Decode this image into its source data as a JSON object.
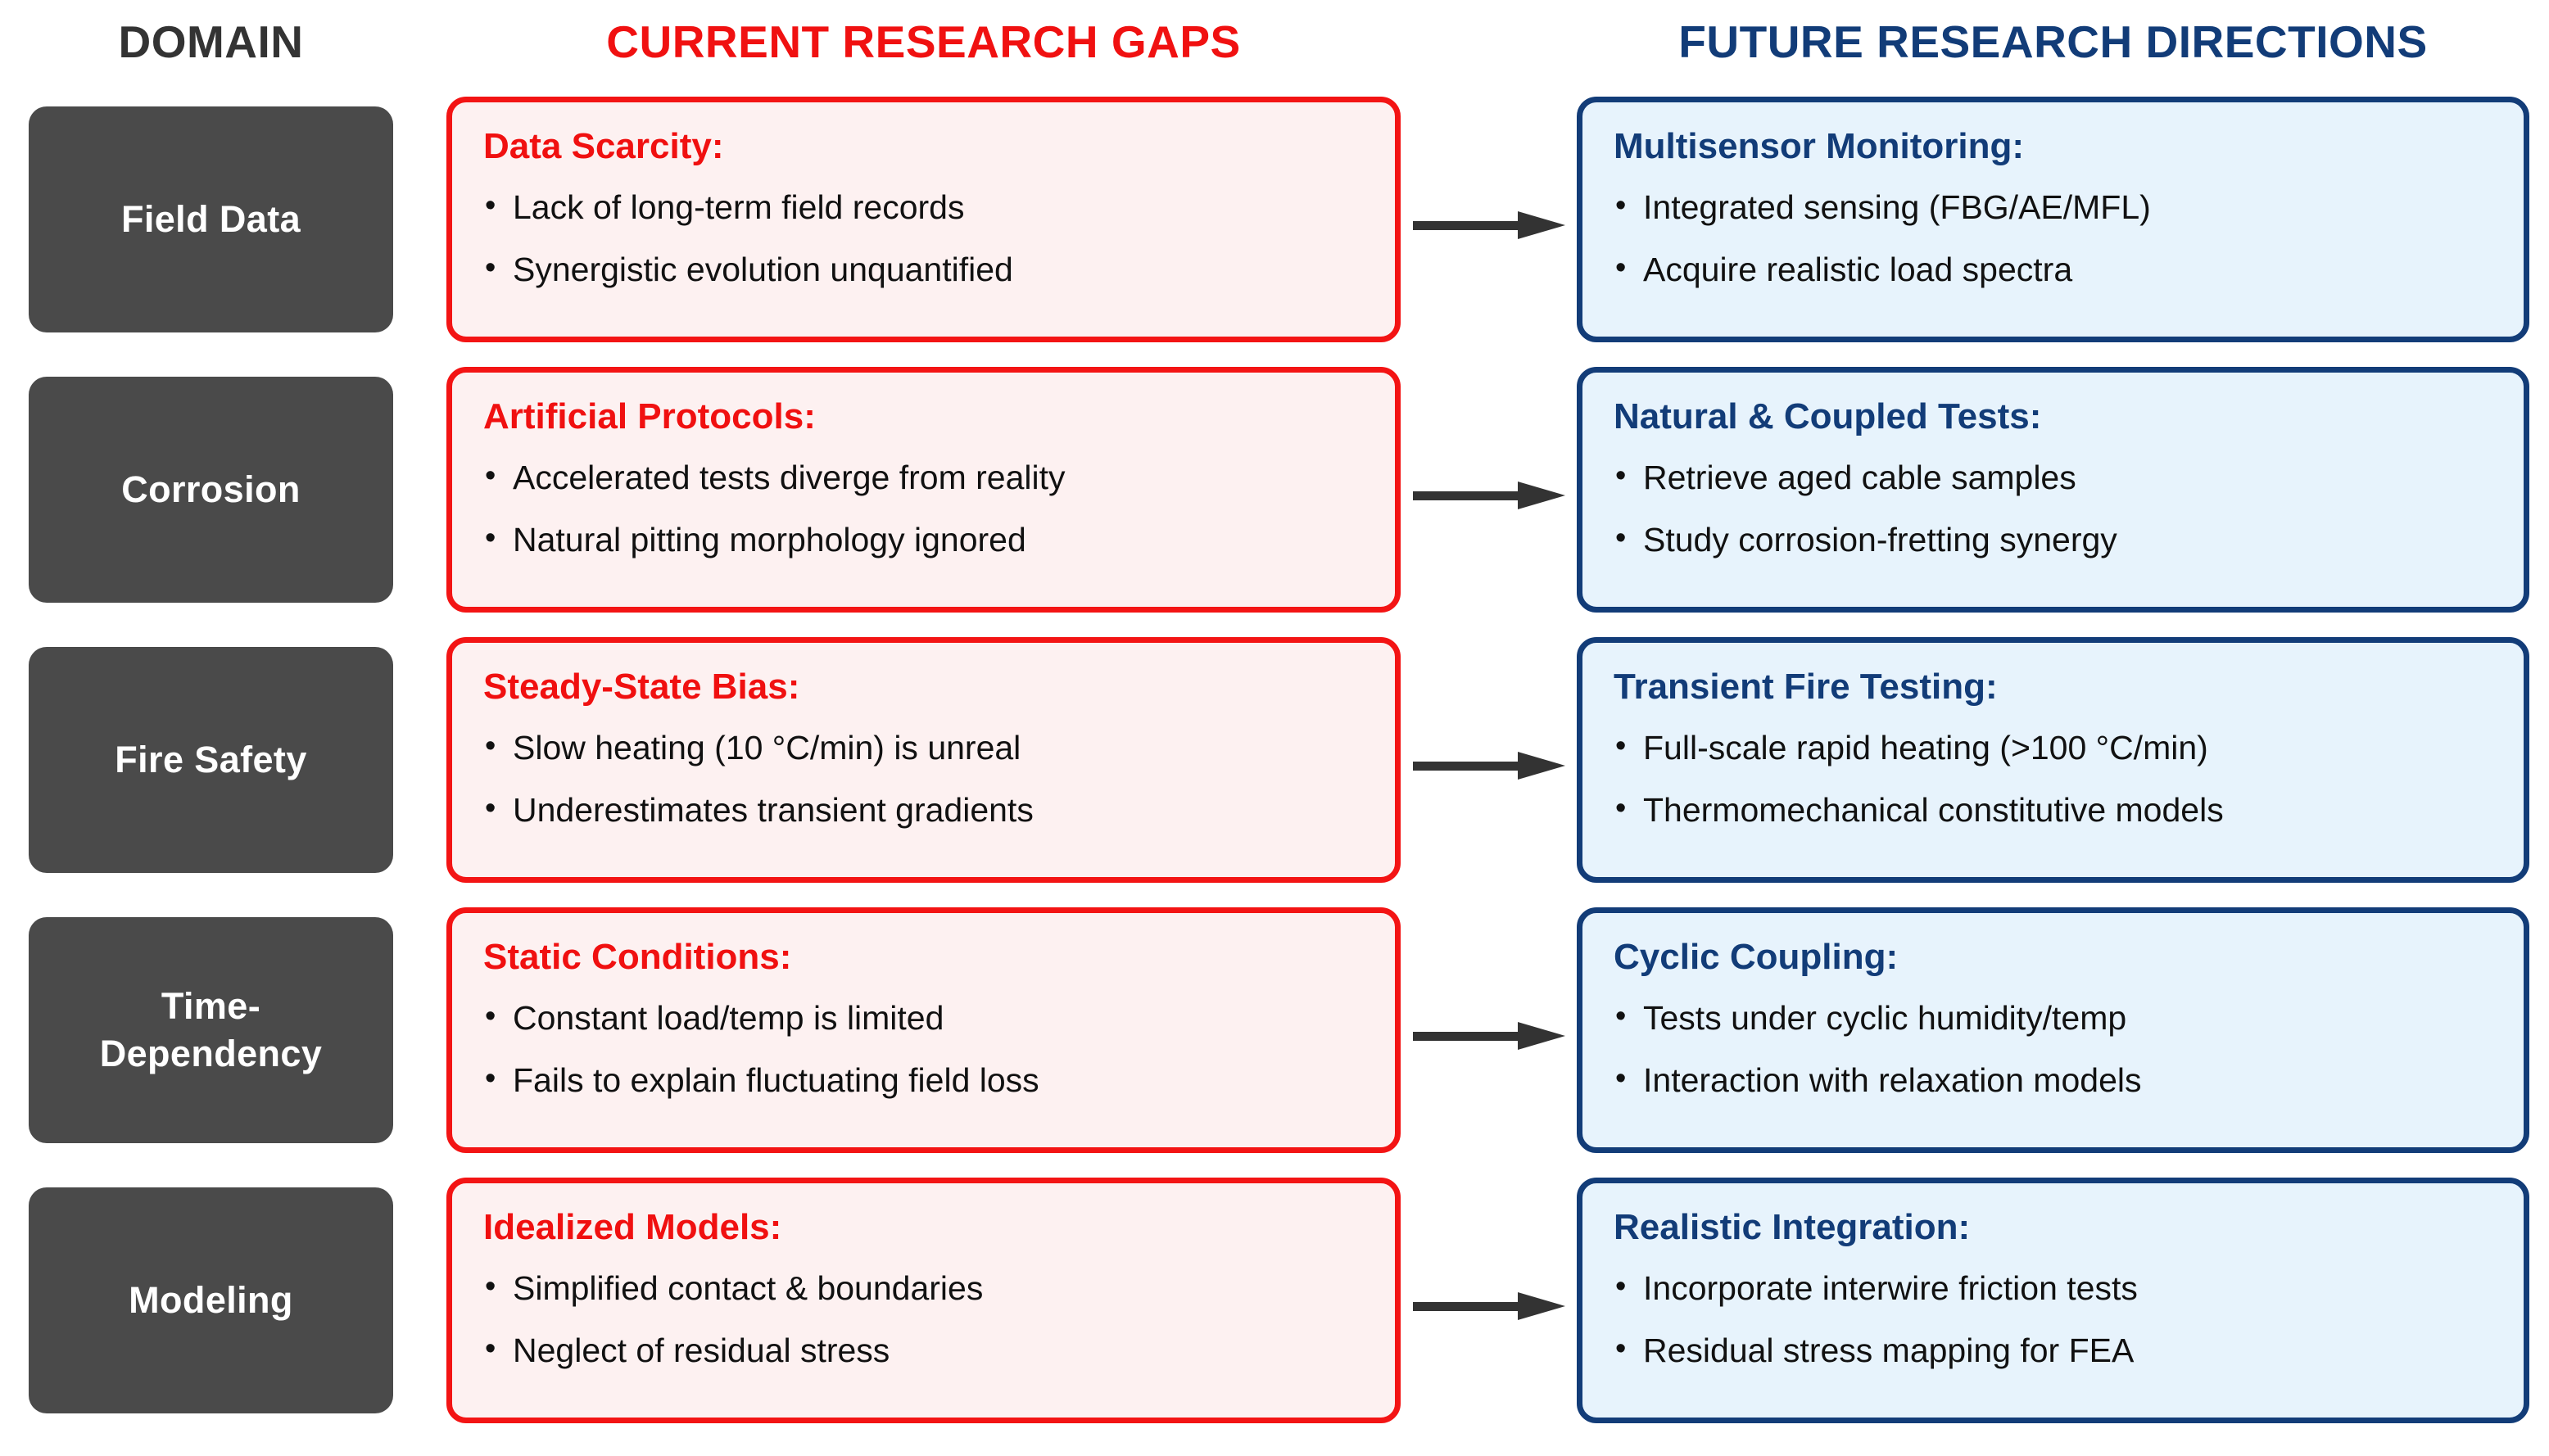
{
  "headers": {
    "domain": "DOMAIN",
    "gaps": "CURRENT RESEARCH GAPS",
    "future": "FUTURE RESEARCH DIRECTIONS"
  },
  "colors": {
    "domain_box_fill": "#4a4a4a",
    "domain_header_text": "#333333",
    "gap_border": "#f31414",
    "gap_fill": "#fdf1f1",
    "gap_title_text": "#f01010",
    "future_border": "#123c78",
    "future_fill": "#e7f3fc",
    "future_title_text": "#123c78",
    "arrow": "#333333",
    "bullet_text": "#111111",
    "background": "#ffffff"
  },
  "rows": [
    {
      "domain": "Field Data",
      "gap": {
        "title": "Data Scarcity:",
        "bullets": [
          "Lack of long-term field records",
          "Synergistic evolution unquantified"
        ]
      },
      "future": {
        "title": "Multisensor Monitoring:",
        "bullets": [
          "Integrated sensing (FBG/AE/MFL)",
          "Acquire realistic load spectra"
        ]
      },
      "arrow": "arrow-right-icon"
    },
    {
      "domain": "Corrosion",
      "gap": {
        "title": "Artificial Protocols:",
        "bullets": [
          "Accelerated tests diverge from reality",
          "Natural pitting morphology ignored"
        ]
      },
      "future": {
        "title": "Natural & Coupled Tests:",
        "bullets": [
          "Retrieve aged cable samples",
          "Study corrosion-fretting synergy"
        ]
      },
      "arrow": "arrow-right-icon"
    },
    {
      "domain": "Fire Safety",
      "gap": {
        "title": "Steady-State Bias:",
        "bullets": [
          "Slow heating (10 °C/min) is unreal",
          "Underestimates transient gradients"
        ]
      },
      "future": {
        "title": "Transient Fire Testing:",
        "bullets": [
          "Full-scale rapid heating (>100 °C/min)",
          "Thermomechanical constitutive models"
        ]
      },
      "arrow": "arrow-right-icon"
    },
    {
      "domain": "Time-\nDependency",
      "gap": {
        "title": "Static Conditions:",
        "bullets": [
          "Constant load/temp is limited",
          "Fails to explain fluctuating field loss"
        ]
      },
      "future": {
        "title": "Cyclic Coupling:",
        "bullets": [
          "Tests under cyclic humidity/temp",
          "Interaction with relaxation models"
        ]
      },
      "arrow": "arrow-right-icon"
    },
    {
      "domain": "Modeling",
      "gap": {
        "title": "Idealized Models:",
        "bullets": [
          "Simplified contact & boundaries",
          "Neglect of residual stress"
        ]
      },
      "future": {
        "title": "Realistic Integration:",
        "bullets": [
          "Incorporate interwire friction tests",
          "Residual stress mapping for FEA"
        ]
      },
      "arrow": "arrow-right-icon"
    }
  ]
}
